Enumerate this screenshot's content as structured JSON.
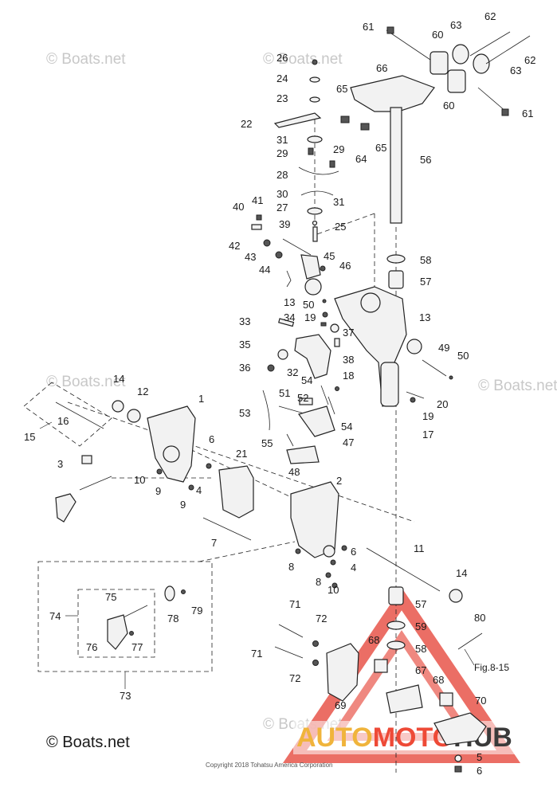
{
  "watermarks": {
    "repeat": "© Boats.net",
    "main": "© Boats.net"
  },
  "copyright": "Copyright 2018 Tohatsu America Corporation",
  "figure_reference": "Fig.8-15",
  "brand": {
    "part1": "AUTO",
    "part2": "MOTO",
    "part3": "HUB",
    "colors": {
      "orange": "#f0b43c",
      "red": "#ee4a37",
      "dark": "#3a3a3a"
    }
  },
  "callouts": {
    "c61a": "61",
    "c60a": "60",
    "c63a": "63",
    "c62a": "62",
    "c62b": "62",
    "c66": "66",
    "c63b": "63",
    "c65a": "65",
    "c60b": "60",
    "c61b": "61",
    "c64": "64",
    "c65b": "65",
    "c56": "56",
    "c26": "26",
    "c24": "24",
    "c23": "23",
    "c22": "22",
    "c31a": "31",
    "c29a": "29",
    "c29b": "29",
    "c28": "28",
    "c30": "30",
    "c27": "27",
    "c31b": "31",
    "c41": "41",
    "c40": "40",
    "c39": "39",
    "c25": "25",
    "c42": "42",
    "c43": "43",
    "c45": "45",
    "c44": "44",
    "c46": "46",
    "c58a": "58",
    "c57a": "57",
    "c13a": "13",
    "c50a": "50",
    "c19a": "19",
    "c33": "33",
    "c34": "34",
    "c37": "37",
    "c13b": "13",
    "c35": "35",
    "c38": "38",
    "c49": "49",
    "c50b": "50",
    "c36": "36",
    "c32": "32",
    "c18": "18",
    "c14a": "14",
    "c12": "12",
    "c54a": "54",
    "c51": "51",
    "c52": "52",
    "c20": "20",
    "c1": "1",
    "c53": "53",
    "c54b": "54",
    "c19b": "19",
    "c16": "16",
    "c17": "17",
    "c15": "15",
    "c55": "55",
    "c47": "47",
    "c6a": "6",
    "c3": "3",
    "c21": "21",
    "c48": "48",
    "c10a": "10",
    "c9a": "9",
    "c4a": "4",
    "c2": "2",
    "c9b": "9",
    "c7": "7",
    "c6b": "6",
    "c11": "11",
    "c8a": "8",
    "c4b": "4",
    "c8b": "8",
    "c10b": "10",
    "c14b": "14",
    "c75": "75",
    "c57b": "57",
    "c74": "74",
    "c78": "78",
    "c79": "79",
    "c59": "59",
    "c80": "80",
    "c76": "76",
    "c77": "77",
    "c71a": "71",
    "c72a": "72",
    "c58b": "58",
    "c68a": "68",
    "c71b": "71",
    "c67": "67",
    "c72b": "72",
    "c68b": "68",
    "c70": "70",
    "c69": "69",
    "c73": "73",
    "c5": "5",
    "c6c": "6"
  }
}
